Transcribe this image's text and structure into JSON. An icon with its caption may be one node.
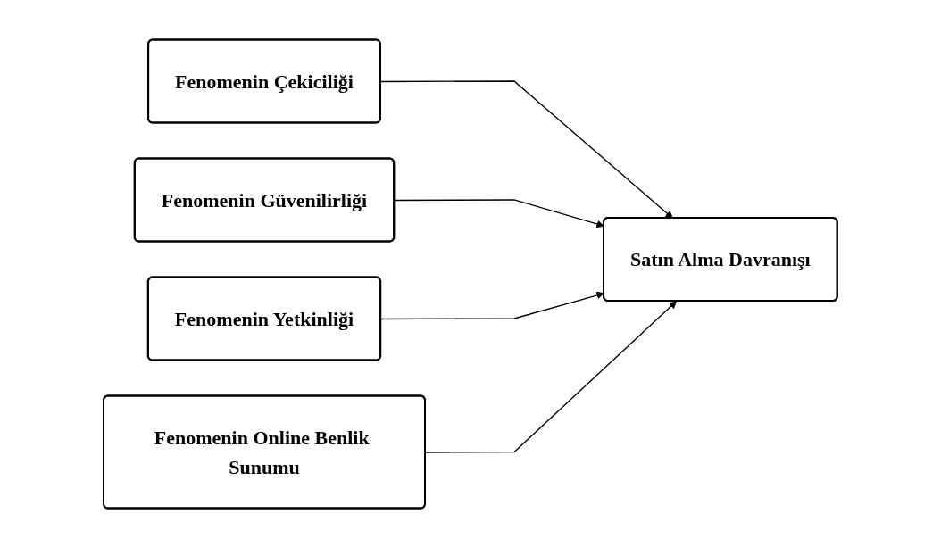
{
  "diagram": {
    "nodes": [
      {
        "text": [
          "Fenomenin Çekiciliği"
        ]
      },
      {
        "text": [
          "Fenomenin Güvenilirliği"
        ]
      },
      {
        "text": [
          "Fenomenin Yetkinliği"
        ]
      },
      {
        "text": [
          "Fenomenin Online Benlik Sunumu"
        ]
      },
      {
        "text": [
          "Satın Alma Davranışı"
        ]
      }
    ],
    "edges": [
      {
        "from": 0,
        "to": 4,
        "arrow": "to"
      },
      {
        "from": 1,
        "to": 4,
        "arrow": "to"
      },
      {
        "from": 2,
        "to": 4,
        "arrow": "to"
      },
      {
        "from": 3,
        "to": 4,
        "arrow": "to"
      }
    ]
  }
}
